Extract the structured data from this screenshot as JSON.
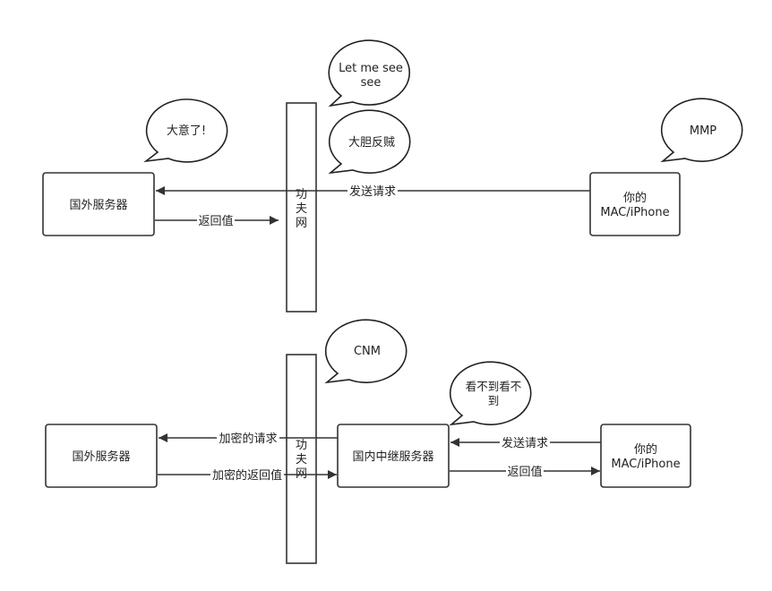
{
  "top": {
    "foreign_server": "国外服务器",
    "firewall": [
      "功",
      "夫",
      "网"
    ],
    "client": [
      "你的",
      "MAC/iPhone"
    ],
    "request_label": "发送请求",
    "response_label": "返回值",
    "bubbles": {
      "server": "大意了!",
      "firewall_1": [
        "Let me see",
        "see"
      ],
      "firewall_2": "大胆反贼",
      "client": "MMP"
    }
  },
  "bottom": {
    "foreign_server": "国外服务器",
    "firewall": [
      "功",
      "夫",
      "网"
    ],
    "relay_server": "国内中继服务器",
    "client": [
      "你的",
      "MAC/iPhone"
    ],
    "encrypted_request_label": "加密的请求",
    "encrypted_response_label": "加密的返回值",
    "request_label": "发送请求",
    "response_label": "返回值",
    "bubbles": {
      "firewall": "CNM",
      "relay": [
        "看不到看不",
        "到"
      ]
    }
  }
}
